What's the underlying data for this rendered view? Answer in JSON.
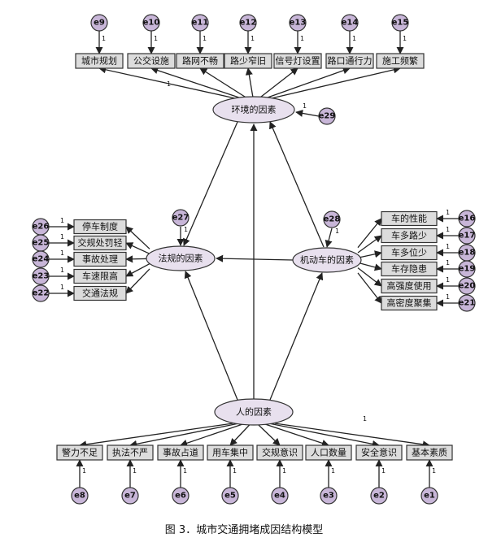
{
  "caption": "图 3．城市交通拥堵成因结构模型",
  "latents": {
    "env": "环境的因素",
    "law": "法规的因素",
    "motor": "机动车的因素",
    "human": "人的因素"
  },
  "top_indicators": [
    "城市规划",
    "公交设施",
    "路网不畅",
    "路少窄旧",
    "信号灯设置",
    "路口通行力",
    "施工频繁"
  ],
  "top_errors": [
    "e9",
    "e10",
    "e11",
    "e12",
    "e13",
    "e14",
    "e15"
  ],
  "left_indicators": [
    "停车制度",
    "交规处罚轻",
    "事故处理",
    "车速限高",
    "交通法规"
  ],
  "left_errors": [
    "e26",
    "e25",
    "e24",
    "e23",
    "e22"
  ],
  "right_indicators": [
    "车的性能",
    "车多路少",
    "车多位少",
    "车存隐患",
    "高强度使用",
    "高密度聚集"
  ],
  "right_errors": [
    "e16",
    "e17",
    "e18",
    "e19",
    "e20",
    "e21"
  ],
  "bottom_indicators": [
    "警力不足",
    "执法不严",
    "事故占道",
    "用车集中",
    "交规意识",
    "人口数量",
    "安全意识",
    "基本素质"
  ],
  "bottom_errors": [
    "e8",
    "e7",
    "e6",
    "e5",
    "e4",
    "e3",
    "e2",
    "e1"
  ],
  "disturbances": {
    "env": "e29",
    "law": "e27",
    "motor": "e28"
  },
  "fixed_loading": "1"
}
